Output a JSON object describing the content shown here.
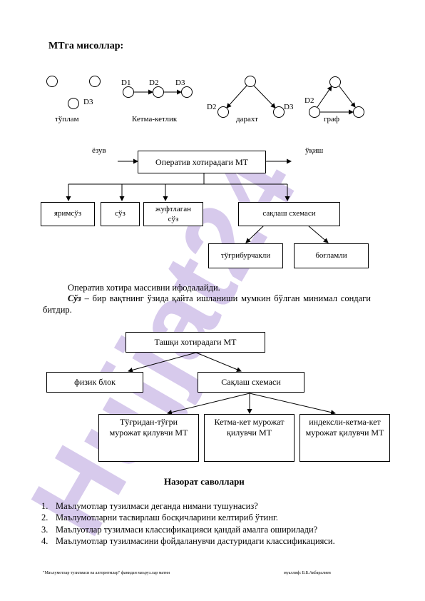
{
  "heading": "МТга мисоллар:",
  "examples": {
    "set": {
      "node_label": "D3",
      "caption": "тўплам"
    },
    "sequence": {
      "labels": [
        "D1",
        "D2",
        "D3"
      ],
      "caption": "Кетма-кетлик"
    },
    "tree": {
      "left_label": "D2",
      "right_label": "D3",
      "caption": "дарахт"
    },
    "graph": {
      "label": "D2",
      "caption": "граф"
    }
  },
  "ram_diagram": {
    "write_label": "ёзув",
    "read_label": "ўқиш",
    "title": "Оператив хотирадаги МТ",
    "children": [
      "яримсўз",
      "сўз",
      "жуфтлаган сўз",
      "сақлаш схемаси"
    ],
    "storage_children": [
      "тўғрибурчакли",
      "боғламли"
    ]
  },
  "paragraphs": {
    "p1": "Оператив хотира массивни ифодалайди.",
    "p2_term": "Сўз",
    "p2_rest": " – бир вақтнинг ўзида қайта ишланиши мумкин бўлган минимал сондаги битдир."
  },
  "ext_diagram": {
    "title": "Ташқи хотирадаги МТ",
    "children": [
      "физик блок",
      "Сақлаш схемаси"
    ],
    "storage_children": [
      "Тўғридан-тўғри мурожат қилувчи МТ",
      "Кетма-кет мурожат қилувчи МТ",
      "индексли-кетма-кет мурожат қилувчи МТ"
    ]
  },
  "questions_title": "Назорат саволлари",
  "questions": [
    "Маълумотлар тузилмаси деганда нимани тушунасиз?",
    "Маълумотларни тасвирлаш босқичларини келтириб ўтинг.",
    "Маълуотлар тузилмаси классификацияси қандай амалга оширилади?",
    "Маълумотлар тузилмасини фойдаланувчи дастуридаги классификацияси."
  ],
  "footer": {
    "left": "\"Маълумотлар тузилмаси ва алгоритмлар\" фанидан маъруз.лар матни",
    "right": "муаллиф: Б.Б.Акбаралиев"
  },
  "watermark": {
    "text": "Hujjat24",
    "color": "#c9b8e6"
  }
}
